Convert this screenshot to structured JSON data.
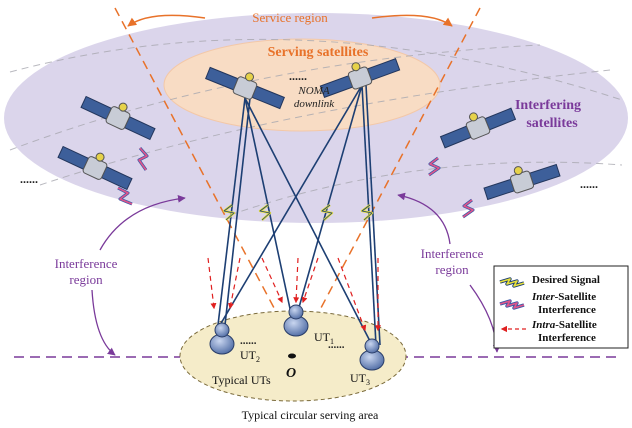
{
  "labels": {
    "service_region": "Service region",
    "serving_satellites": "Serving satellites",
    "noma_line1": "NOMA",
    "noma_line2": "downlink",
    "interfering_line1": "Interfering",
    "interfering_line2": "satellites",
    "interference_left_line1": "Interference",
    "interference_left_line2": "region",
    "interference_right_line1": "Interference",
    "interference_right_line2": "region",
    "typical_uts": "Typical UTs",
    "origin": "O",
    "caption": "Typical circular serving area",
    "ellipsis_sat": "......",
    "ellipsis_left": "......",
    "ellipsis_right": "......",
    "ellipsis_ut": "......"
  },
  "users": [
    {
      "prefix": "UT",
      "sub": "2"
    },
    {
      "prefix": "UT",
      "sub": "1"
    },
    {
      "prefix": "UT",
      "sub": "3"
    }
  ],
  "legend": [
    {
      "line1": "Desired Signal",
      "line2": "",
      "icon": "desired-signal-zigzag-icon"
    },
    {
      "line1_em": "Inter",
      "line1": "-Satellite",
      "line2": "Interference",
      "icon": "inter-satellite-zigzag-icon"
    },
    {
      "line1_em": "Intra",
      "line1": "-Satellite",
      "line2": "Interference",
      "icon": "intra-satellite-dashed-arrow-icon"
    }
  ],
  "colors": {
    "service_orange": "#e8722a",
    "interfering_purple": "#7a3a9a",
    "ellipse_fill": "#d9d3ea",
    "serving_fill": "#f8dcc4",
    "area_fill": "#f5ecc9",
    "link_blue": "#1d3f73",
    "intra_red": "#e02020",
    "desired_yellow": "#e8e03a",
    "sat_blue": "#3d5f9a"
  }
}
